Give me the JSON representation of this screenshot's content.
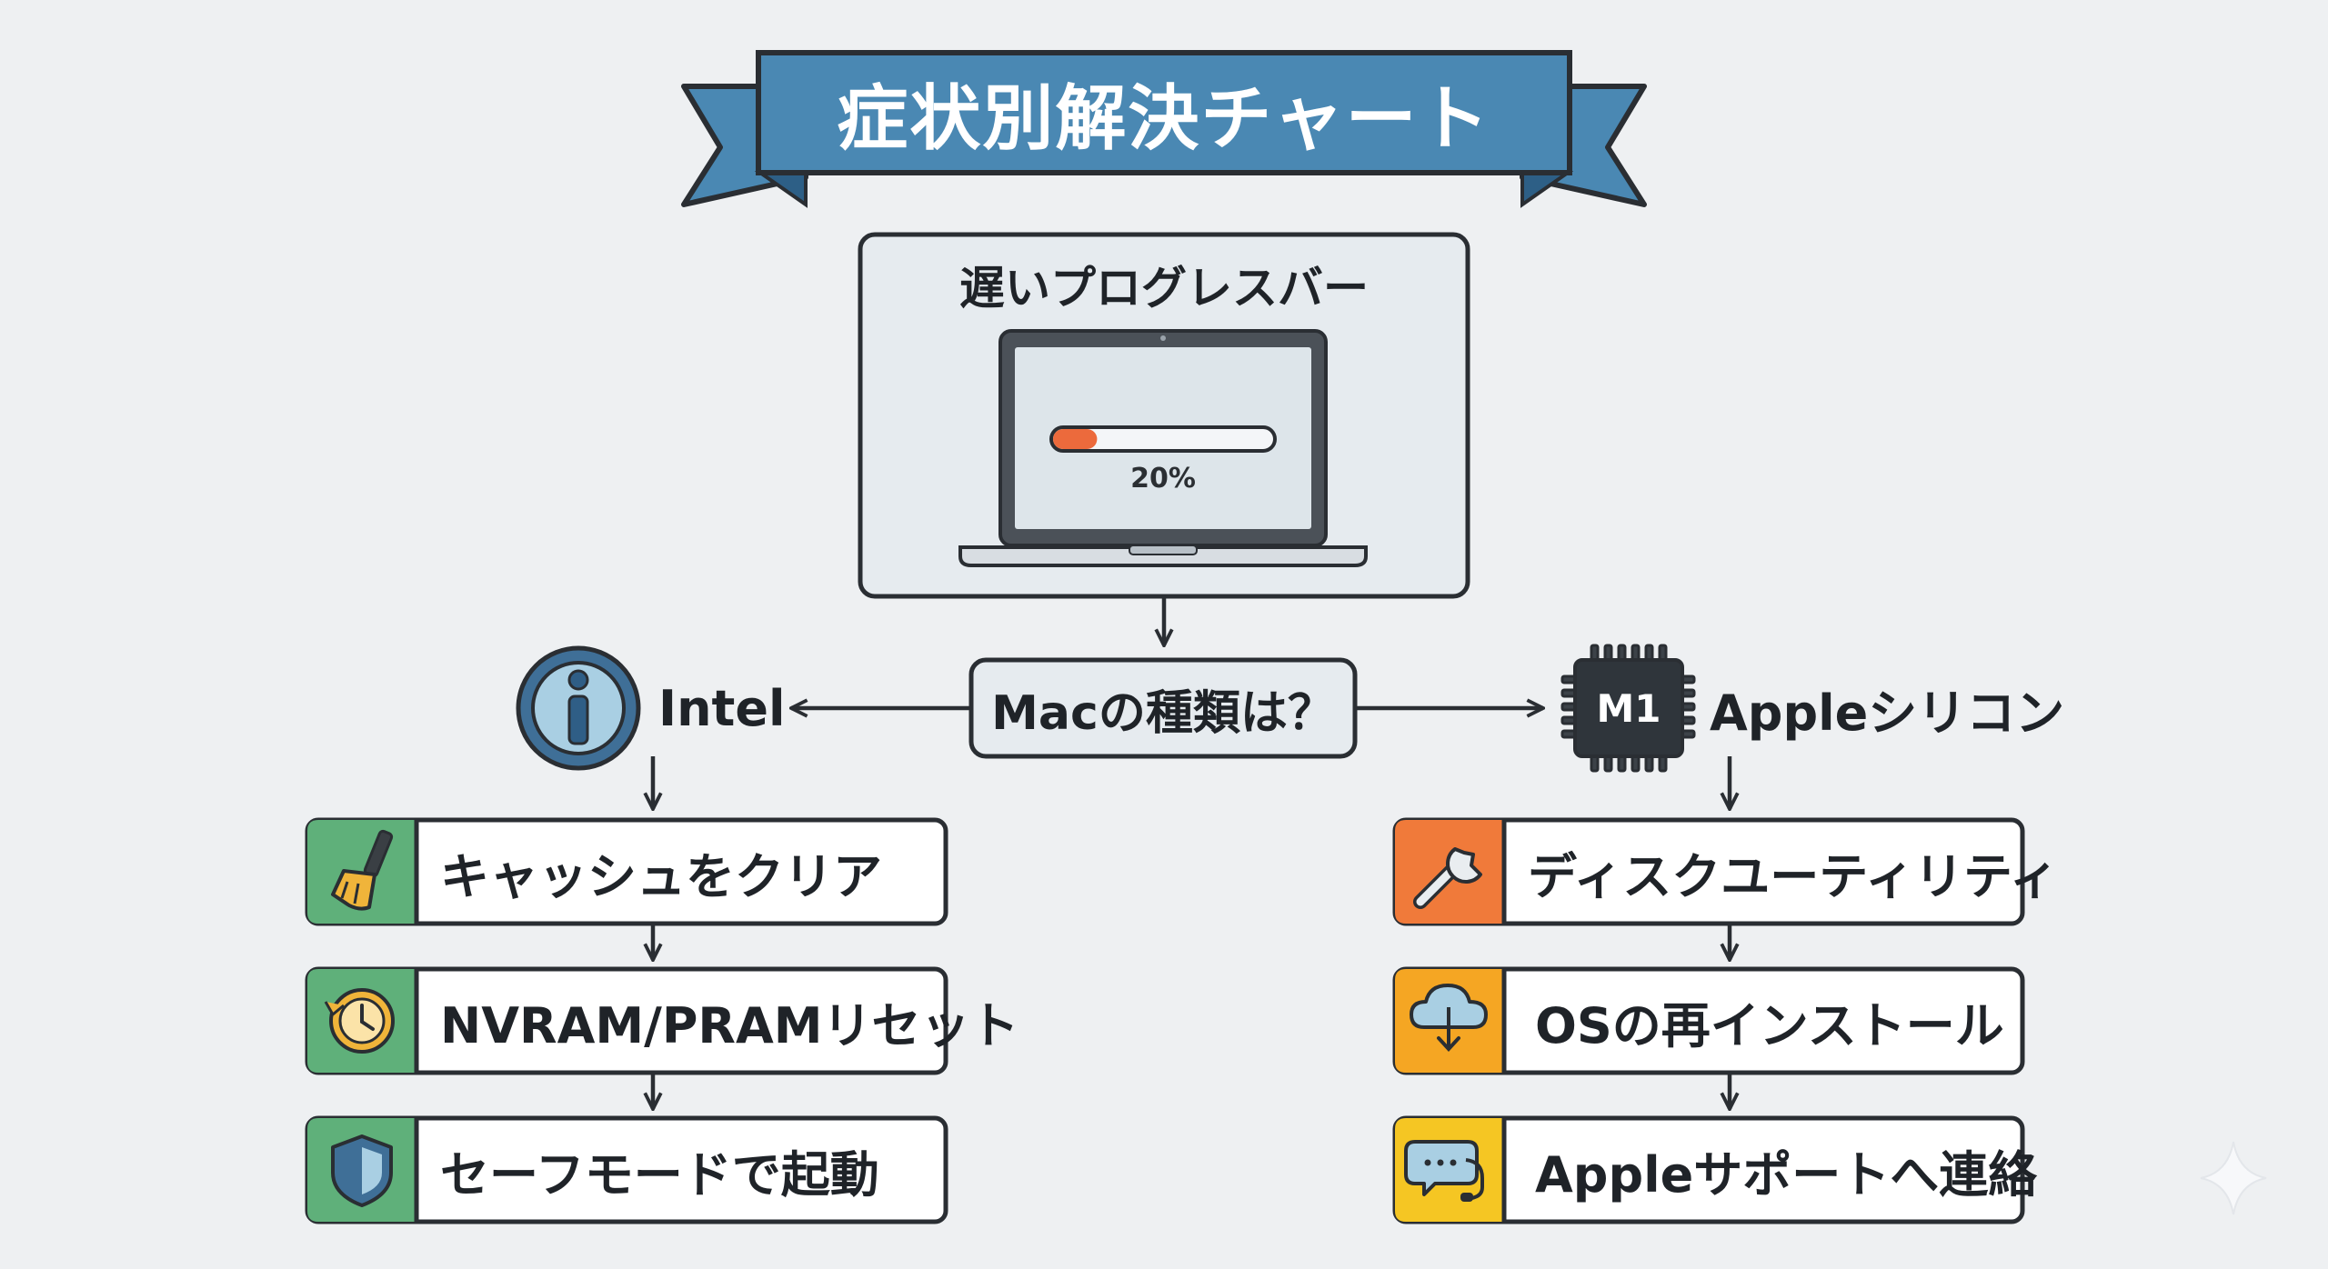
{
  "title": "症状別解決チャート",
  "top_box": {
    "label": "遅いプログレスバー",
    "progress_percent": 20,
    "progress_text": "20%"
  },
  "question": "Macの種類は？",
  "left_branch": {
    "label": "Intel",
    "icon": "intel-info-icon",
    "steps": [
      {
        "label": "キャッシュをクリア",
        "icon": "broom-icon",
        "color": "#5fb07a"
      },
      {
        "label": "NVRAM/PRAMリセット",
        "icon": "reset-clock-icon",
        "color": "#5fb07a"
      },
      {
        "label": "セーフモードで起動",
        "icon": "shield-icon",
        "color": "#5fb07a"
      }
    ]
  },
  "right_branch": {
    "label": "Appleシリコン",
    "chip_label": "M1",
    "icon": "m1-chip-icon",
    "steps": [
      {
        "label": "ディスクユーティリティ",
        "icon": "wrench-icon",
        "color": "#f07a3a"
      },
      {
        "label": "OSの再インストール",
        "icon": "cloud-download-icon",
        "color": "#f5a623"
      },
      {
        "label": "Appleサポートへ連絡",
        "icon": "support-chat-icon",
        "color": "#f5c623"
      }
    ]
  },
  "colors": {
    "background": "#eef0f2",
    "title_banner": "#4a88b3",
    "outline": "#2a2e33",
    "progress_fill": "#ec6a3c"
  }
}
